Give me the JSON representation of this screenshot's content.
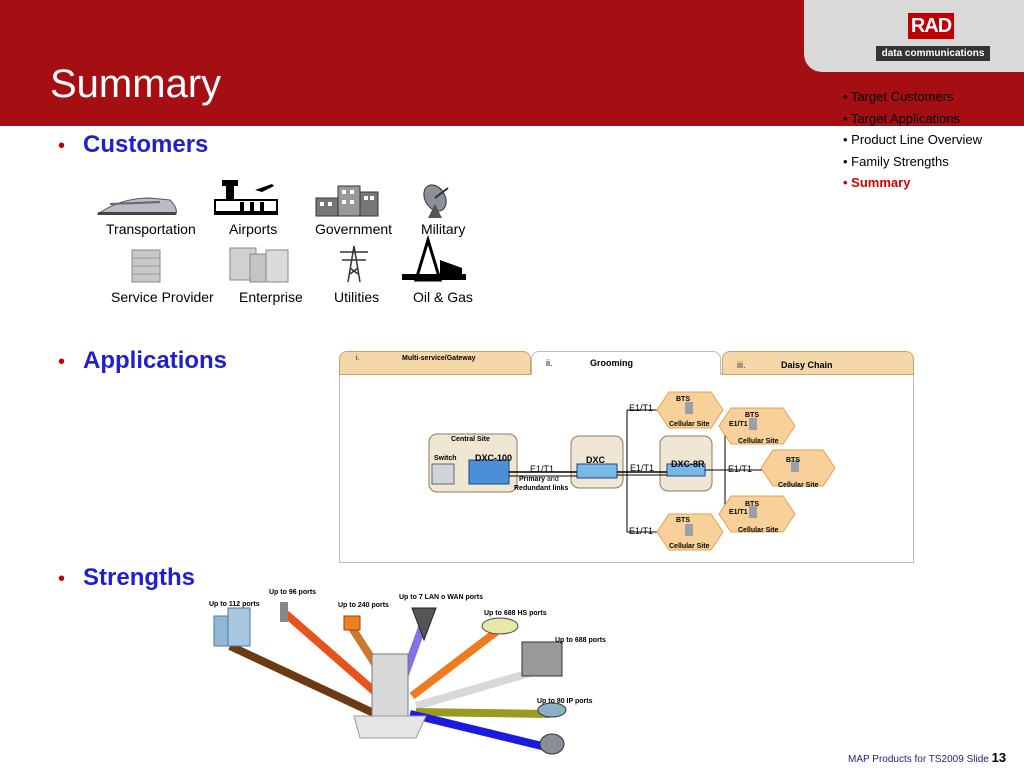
{
  "slide": {
    "title": "Summary"
  },
  "logo": {
    "brand": "RAD",
    "tagline": "data communications"
  },
  "nav": {
    "items": [
      {
        "label": "Target Customers",
        "active": false
      },
      {
        "label": "Target Applications",
        "active": false
      },
      {
        "label": "Product Line Overview",
        "active": false
      },
      {
        "label": "Family Strengths",
        "active": false
      },
      {
        "label": "Summary",
        "active": true
      }
    ]
  },
  "sections": {
    "customers": "Customers",
    "applications": "Applications",
    "strengths": "Strengths"
  },
  "customers": {
    "row1": [
      "Transportation",
      "Airports",
      "Government",
      "Military"
    ],
    "row2": [
      "Service Provider",
      "Enterprise",
      "Utilities",
      "Oil & Gas"
    ]
  },
  "applications": {
    "tabs": [
      {
        "num": "i.",
        "label": "Multi-service/Gateway"
      },
      {
        "num": "ii.",
        "label": "Grooming"
      },
      {
        "num": "iii.",
        "label": "Daisy Chain"
      }
    ],
    "diagram": {
      "central_site": "Central Site",
      "switch": "Switch",
      "dxc100": "DXC-100",
      "dxc": "DXC",
      "dxc8r": "DXC-8R",
      "e1t1": "E1/T1",
      "primary": "Primary",
      "and": "and",
      "redundant": "Redundant links",
      "bts": "BTS",
      "cellular_site": "Cellular Site"
    }
  },
  "strengths": {
    "labels": {
      "p96": "Up to 96 ports",
      "p112": "Up to 112 ports",
      "lan": "Up to 7 LAN o WAN ports",
      "p240": "Up to 240 ports",
      "hs688": "Up to 688 HS  ports",
      "p688": "Up to 688 ports",
      "ip80": "Up to 80 IP ports"
    },
    "line_colors": [
      "#6b3a12",
      "#e8521c",
      "#c87a30",
      "#8a6de8",
      "#f07a20",
      "#d8d8d8",
      "#9a9a20",
      "#1a1ae0"
    ]
  },
  "footer": {
    "text": "MAP Products for TS2009  Slide",
    "slide_num": "13"
  },
  "colors": {
    "header": "#a50f14",
    "heading": "#1f1fd0",
    "active_nav": "#d00000",
    "tab_bg": "#f5d7a8"
  }
}
